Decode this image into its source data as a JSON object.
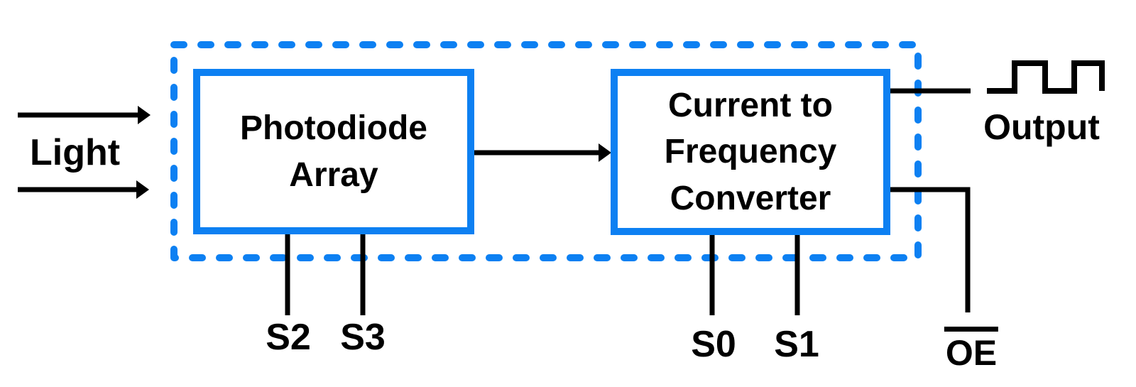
{
  "colors": {
    "accent": "#0d80f2",
    "line": "#000000",
    "background": "#ffffff"
  },
  "labels": {
    "light": "Light",
    "output": "Output"
  },
  "blocks": {
    "photodiode": {
      "lines": [
        "Photodiode",
        "Array"
      ]
    },
    "converter": {
      "lines": [
        "Current to",
        "Frequency",
        "Converter"
      ]
    }
  },
  "pins": [
    {
      "id": "s2",
      "label": "S2"
    },
    {
      "id": "s3",
      "label": "S3"
    },
    {
      "id": "s0",
      "label": "S0"
    },
    {
      "id": "s1",
      "label": "S1"
    },
    {
      "id": "oe",
      "label": "OE",
      "overline": true
    }
  ],
  "icons": {
    "output_waveform": "square-wave-icon",
    "light_arrows": "arrow-right-icon"
  }
}
